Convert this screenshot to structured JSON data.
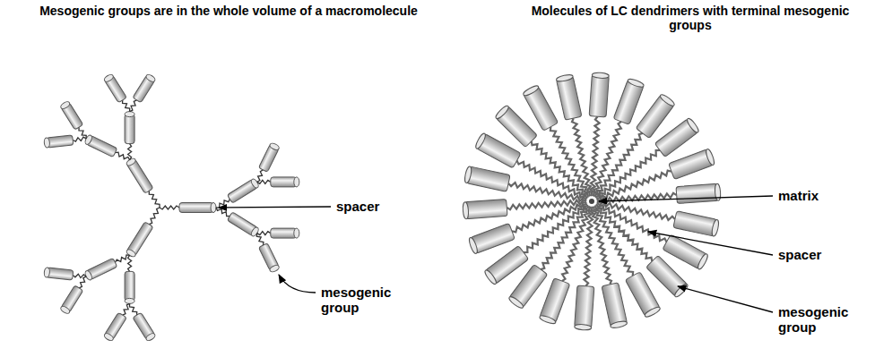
{
  "diagram": {
    "labels": [
      "Mesogenic groups are in the whole volume of a macromolecule",
      "Molecules of LC dendrimers with terminal mesogenic groups",
      "spacer",
      "mesogenic group",
      "matrix",
      "spacer",
      "mesogenic group"
    ]
  }
}
